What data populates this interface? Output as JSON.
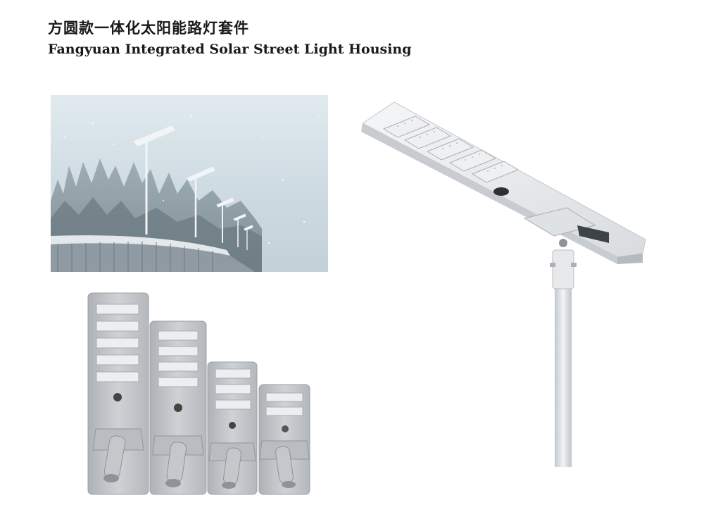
{
  "header": {
    "title_cn": "方圆款一体化太阳能路灯套件",
    "title_en": "Fangyuan Integrated Solar Street Light Housing"
  },
  "images": {
    "scene": "street-lights-foggy-bridge-photo",
    "family": "four-size-lamp-housings-photo",
    "hero": "angled-lamp-on-pole-photo"
  },
  "colors": {
    "housing": "#c9ccd0",
    "led_panel": "#e9ebee",
    "fog": "#c6d4dc",
    "trees": "#5b6b73"
  }
}
